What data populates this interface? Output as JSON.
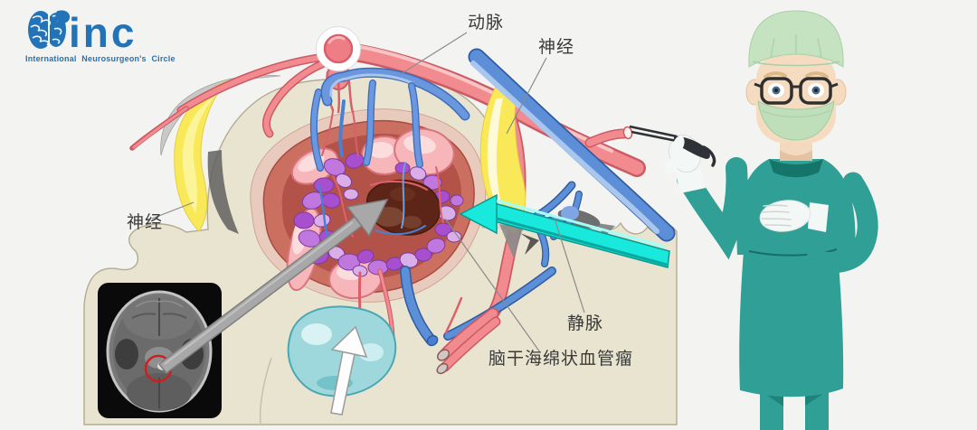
{
  "logo": {
    "brand": "inc",
    "tagline": "International  Neurosurgeon's  Circle"
  },
  "labels": {
    "artery": "动脉",
    "nerve_right": "神经",
    "nerve_left": "神经",
    "vein": "静脉",
    "lesion": "脑干海绵状血管瘤"
  },
  "colors": {
    "background": "#f3f3f2",
    "tissue_beige": "#e9e4d0",
    "artery_pink": "#f28b90",
    "artery_outline": "#cc5a64",
    "vein_blue": "#5d8fd9",
    "vein_outline": "#2e5ca0",
    "nerve_yellow": "#f9e959",
    "cavernoma_purple": "#a84fd0",
    "lesion_core_brown": "#5c2517",
    "retractor_cyan": "#19e8dc",
    "cerebellum_teal": "#9ed8dc",
    "scrub_teal": "#30a096",
    "logo_blue": "#2273b8",
    "label_text": "#3a3a3a",
    "mri_marker_red": "#cc2020"
  }
}
